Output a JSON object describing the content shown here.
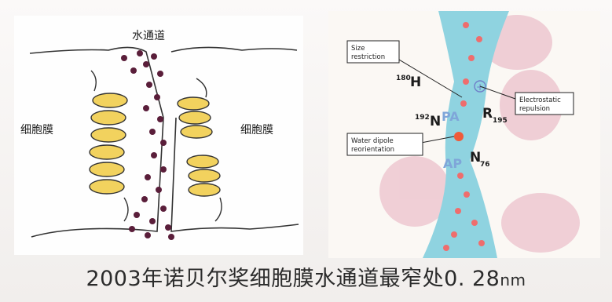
{
  "left_diagram": {
    "title": "水通道",
    "membrane_label_left": "细胞膜",
    "membrane_label_right": "细胞膜"
  },
  "right_diagram": {
    "callouts": {
      "size": [
        "Size",
        "restriction"
      ],
      "electrostatic": [
        "Electrostatic",
        "repulsion"
      ],
      "water": [
        "Water dipole",
        "reorientation"
      ]
    },
    "residues": {
      "h180_sup": "180",
      "h180": "H",
      "n192_sup": "192",
      "n192": "N",
      "r195": "R",
      "r195_sub": "195",
      "n76": "N",
      "n76_sub": "76",
      "npa_top": "PA",
      "npa_bottom": "AP"
    },
    "charge_symbol": "+"
  },
  "caption": {
    "text": "2003年诺贝尔奖细胞膜水通道最窄处0. 28",
    "unit": "nm"
  },
  "colors": {
    "channel_fill": "#8fd3e0",
    "helix_yellow": "#f2d25e",
    "molecule": "#5a1e3a",
    "protein_pink": "#e9b8c6",
    "water_dot": "#ef6d6d"
  }
}
